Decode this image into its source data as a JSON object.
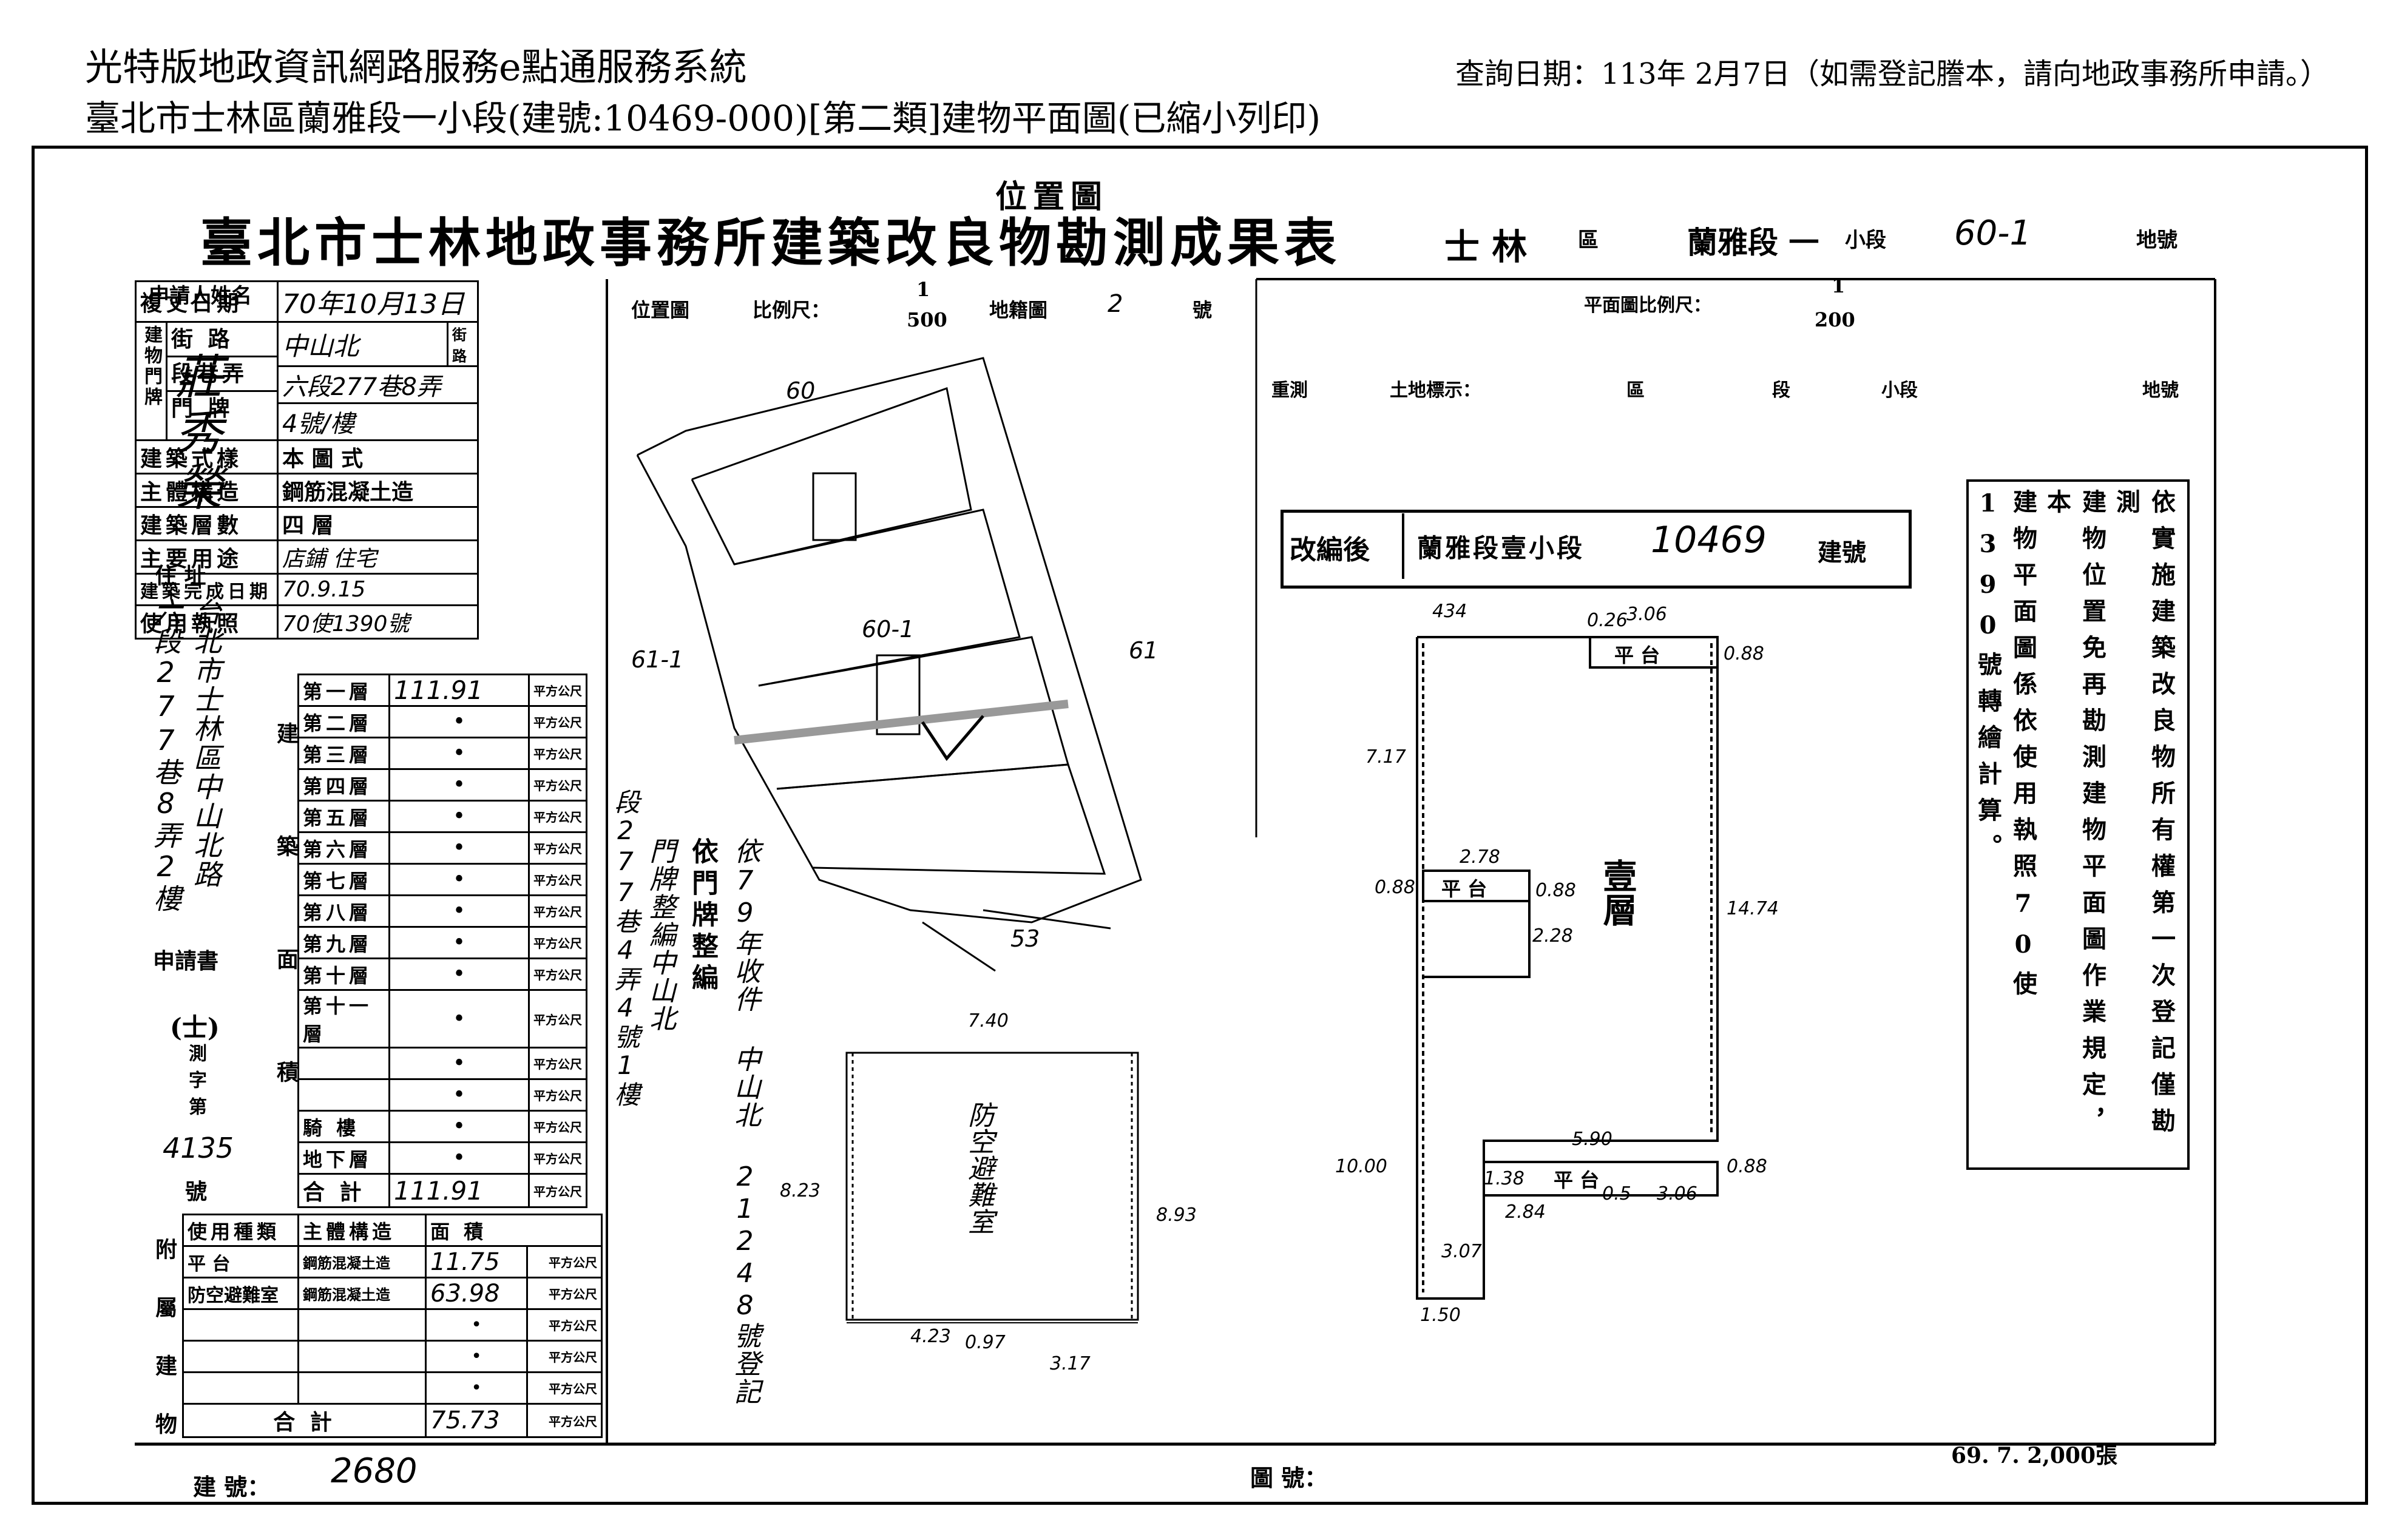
{
  "header": {
    "system_title": "光特版地政資訊網路服務e點通服務系統",
    "subtitle": "臺北市士林區蘭雅段一小段(建號:10469-000)[第二類]建物平面圖(已縮小列印)",
    "query_date": "查詢日期：113年 2月7日（如需登記謄本，請向地政事務所申請。）"
  },
  "form": {
    "title": "臺北市士林地政事務所建築改良物勘測成果表",
    "title_note": "位置圖",
    "district": "士 林",
    "district_suffix": "區",
    "section": "蘭雅段 一",
    "subsection": "小段",
    "parcel_no": "60-1",
    "parcel_label": "地號",
    "applicant_label": "申請人姓名",
    "applicant_name": "莊秀榮",
    "address_label": "住 址",
    "address_value": "台北市士林區中山北路六段277巷8弄2樓",
    "application_label": "申請書",
    "survey_word": "(士)",
    "survey_word2": "測字第",
    "survey_no": "4135",
    "survey_no_suffix": "號",
    "review_date_label": "複丈日期",
    "review_date": "70年10月13日",
    "door_label": "建物門牌",
    "street_label": "街 路",
    "street_value": "中山北",
    "street_suffix": "街路",
    "lane_label": "段巷弄",
    "lane_value": "六段277巷8弄",
    "number_label": "門 牌",
    "number_value": "4號/樓",
    "rows": [
      {
        "label": "建築式樣",
        "value": "本 圖 式"
      },
      {
        "label": "主體構造",
        "value": "鋼筋混凝土造"
      },
      {
        "label": "建築層數",
        "value": "四 層"
      },
      {
        "label": "主要用途",
        "value": "店鋪 住宅"
      },
      {
        "label": "建築完成日期",
        "value": "70.9.15"
      },
      {
        "label": "使用執照",
        "value": "70使1390號"
      }
    ],
    "area_group_label": "建築面積",
    "unit": "平方公尺",
    "floors": [
      {
        "name": "第一層",
        "area": "111.91"
      },
      {
        "name": "第二層",
        "area": "•"
      },
      {
        "name": "第三層",
        "area": "•"
      },
      {
        "name": "第四層",
        "area": "•"
      },
      {
        "name": "第五層",
        "area": "•"
      },
      {
        "name": "第六層",
        "area": "•"
      },
      {
        "name": "第七層",
        "area": "•"
      },
      {
        "name": "第八層",
        "area": "•"
      },
      {
        "name": "第九層",
        "area": "•"
      },
      {
        "name": "第十層",
        "area": "•"
      },
      {
        "name": "第十一層",
        "area": "•"
      },
      {
        "name": "",
        "area": "•"
      },
      {
        "name": "",
        "area": "•"
      },
      {
        "name": "騎 樓",
        "area": "•"
      },
      {
        "name": "地下層",
        "area": "•"
      }
    ],
    "total_label": "合 計",
    "total_area": "111.91",
    "annex_label": "附屬建物",
    "annex_headers": [
      "使用種類",
      "主體構造",
      "面 積"
    ],
    "annex_rows": [
      {
        "use": "平 台",
        "struct": "鋼筋混凝土造",
        "area": "11.75"
      },
      {
        "use": "防空避難室",
        "struct": "鋼筋混凝土造",
        "area": "63.98"
      },
      {
        "use": "",
        "struct": "",
        "area": "•"
      },
      {
        "use": "",
        "struct": "",
        "area": "•"
      },
      {
        "use": "",
        "struct": "",
        "area": "•"
      }
    ],
    "annex_total_label": "合 計",
    "annex_total": "75.73",
    "building_no_label": "建 號：",
    "building_no": "2680",
    "drawing_no_label": "圖 號：",
    "print_info": "69. 7. 2,000張",
    "location_label": "位置圖",
    "scale_label": "比例尺：",
    "loc_scale_num": "1",
    "loc_scale_den": "500",
    "cadastral_label": "地籍圖",
    "cadastral_no": "2",
    "cadastral_suffix": "號",
    "plan_scale_label": "平面圖比例尺：",
    "plan_scale_num": "1",
    "plan_scale_den": "200",
    "resurvey_label": "重測",
    "land_label": "土地標示：",
    "land_parts": [
      "區",
      "段",
      "小段",
      "地號"
    ],
    "renumber_label": "改編後",
    "renumber_section": "蘭雅段壹小段",
    "renumber_no": "10469",
    "renumber_suffix": "建號",
    "side_note_printed": "依門牌整編",
    "side_note_handwritten": "依79年收件 中山北 21248號登記",
    "side_note_col2": "門牌整編中山北",
    "side_note_col3": "段277巷4弄4號1樓",
    "note_columns": [
      "依實施建築改良物所有權第一次登記僅勘測",
      "建物位置免再勘測建物平面圖作業規定，本",
      "建物平面圖係依使用執照70使1390號轉繪計算。"
    ],
    "map_labels": [
      "60",
      "60-1",
      "61-1",
      "61",
      "53"
    ],
    "plan_main_label": "壹層",
    "plan_platform": "平 台",
    "shelter_label": "防空避難室",
    "dims": [
      "434",
      "0.26",
      "3.06",
      "0.88",
      "7.17",
      "2.78",
      "0.88",
      "0.88",
      "2.28",
      "14.74",
      "5.90",
      "1.38",
      "0.5",
      "3.06",
      "0.88",
      "10.00",
      "2.84",
      "3.07",
      "1.50",
      "7.40",
      "8.23",
      "8.93",
      "4.23",
      "0.97",
      "3.17"
    ]
  }
}
